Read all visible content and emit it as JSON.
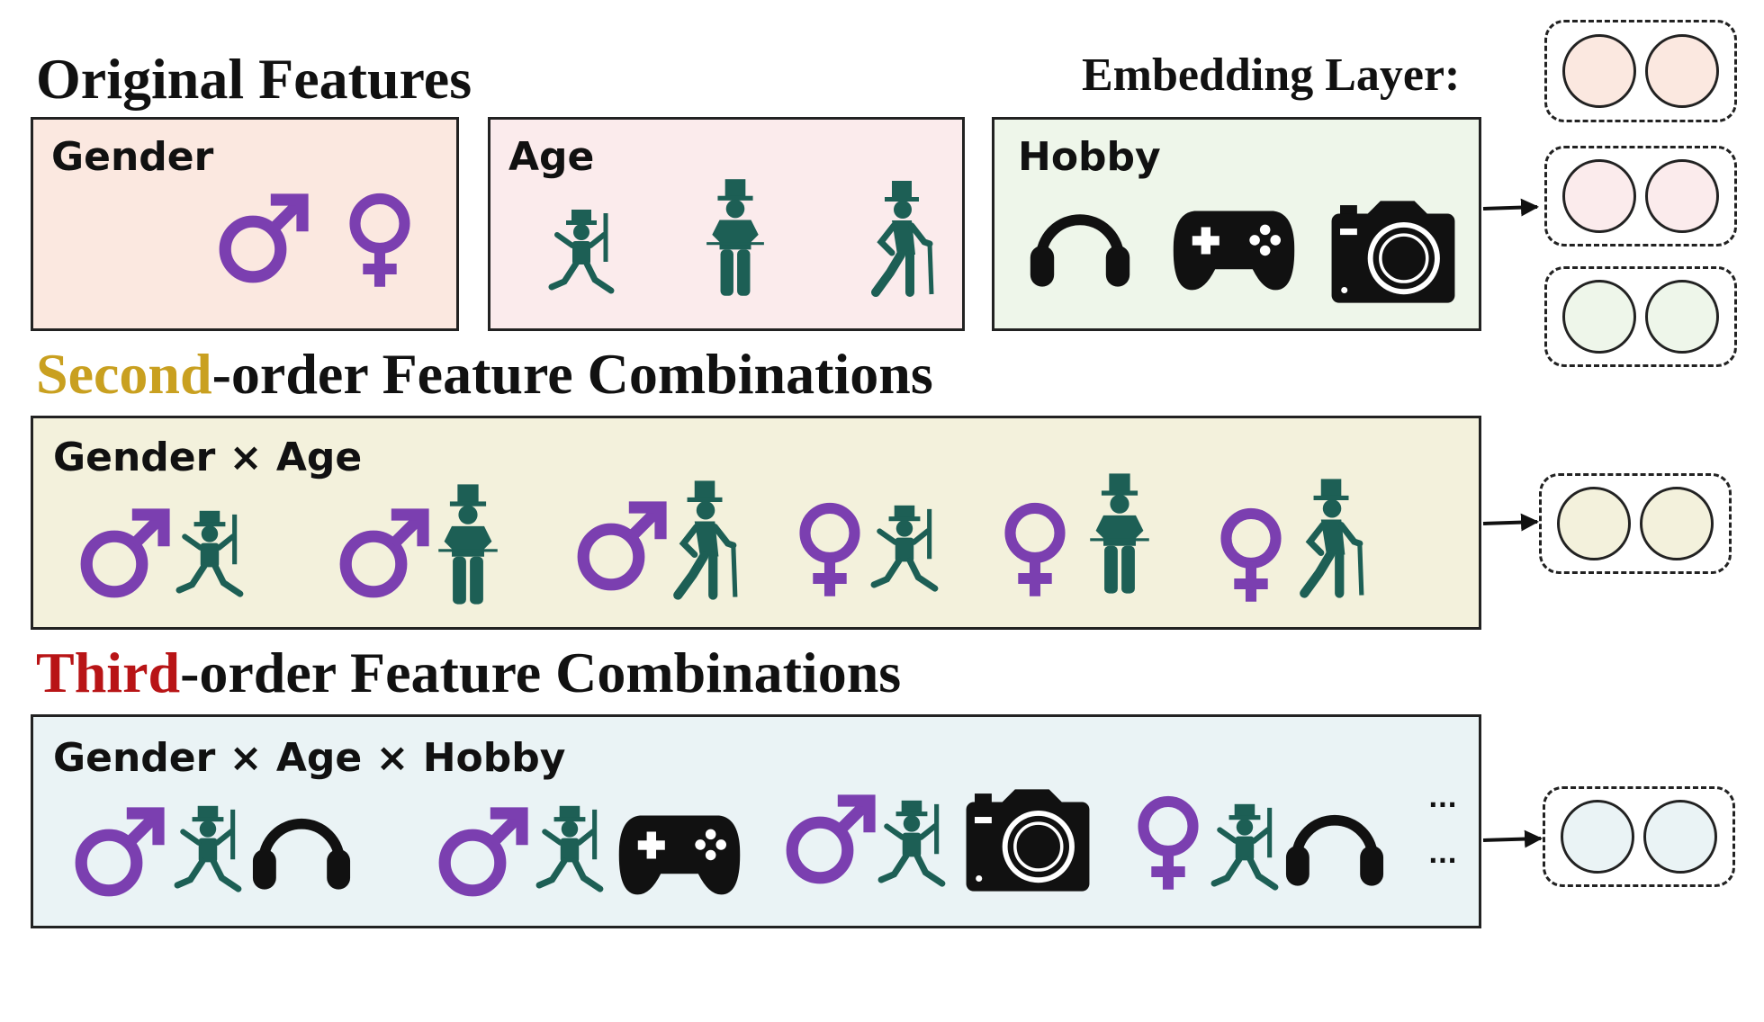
{
  "headings": {
    "original": "Original Features",
    "second_colored": "Second",
    "second_rest": "-order Feature Combinations",
    "third_colored": "Third",
    "third_rest": "-order Feature Combinations",
    "embedding": "Embedding Layer:"
  },
  "panels": {
    "gender": "Gender",
    "age": "Age",
    "hobby": "Hobby",
    "gender_age": "Gender × Age",
    "gender_age_hobby": "Gender × Age × Hobby"
  },
  "ellipsis": "···",
  "colors": {
    "gender_bg": "#fbe8e0",
    "age_bg": "#fbebec",
    "hobby_bg": "#eef6ea",
    "second_bg": "#f3f1dc",
    "third_bg": "#eaf3f5",
    "second_accent": "#c9a020",
    "third_accent": "#b81416",
    "purple": "#7b3fb0",
    "teal": "#1d5f55",
    "black": "#111111"
  },
  "icons": [
    "male-symbol",
    "female-symbol",
    "child-figure",
    "adult-figure",
    "elder-figure",
    "headphones",
    "gamepad",
    "camera"
  ]
}
